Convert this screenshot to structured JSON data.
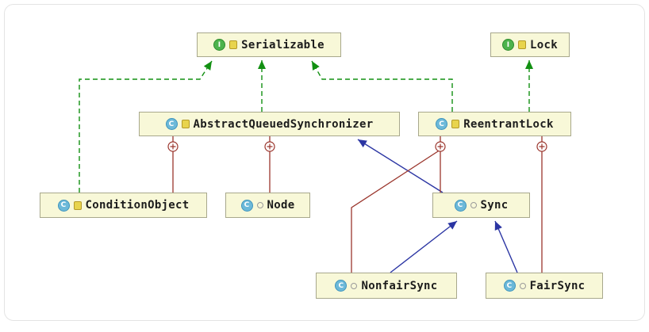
{
  "diagram": {
    "kind": "uml-class-diagram",
    "icons": {
      "class_letter": "C",
      "interface_letter": "I"
    },
    "colors": {
      "box_fill": "#f8f8d8",
      "box_border": "#a8a88c",
      "implements_edge": "#129012",
      "extends_edge": "#2b35a3",
      "inner_class_edge": "#9a352c",
      "class_icon": "#6cb9d9",
      "interface_icon": "#4db34d"
    },
    "nodes": {
      "serializable": {
        "label": "Serializable",
        "type": "interface",
        "visibility": "public"
      },
      "lock": {
        "label": "Lock",
        "type": "interface",
        "visibility": "public"
      },
      "aqs": {
        "label": "AbstractQueuedSynchronizer",
        "type": "class",
        "visibility": "public"
      },
      "reentrantLock": {
        "label": "ReentrantLock",
        "type": "class",
        "visibility": "public"
      },
      "conditionObject": {
        "label": "ConditionObject",
        "type": "class",
        "visibility": "public"
      },
      "node": {
        "label": "Node",
        "type": "class",
        "visibility": "package-private"
      },
      "sync": {
        "label": "Sync",
        "type": "class",
        "visibility": "package-private"
      },
      "nonfairSync": {
        "label": "NonfairSync",
        "type": "class",
        "visibility": "package-private"
      },
      "fairSync": {
        "label": "FairSync",
        "type": "class",
        "visibility": "package-private"
      }
    },
    "edges": [
      {
        "from": "ConditionObject",
        "to": "Serializable",
        "relation": "implements"
      },
      {
        "from": "AbstractQueuedSynchronizer",
        "to": "Serializable",
        "relation": "implements"
      },
      {
        "from": "ReentrantLock",
        "to": "Serializable",
        "relation": "implements"
      },
      {
        "from": "ReentrantLock",
        "to": "Lock",
        "relation": "implements"
      },
      {
        "from": "Sync",
        "to": "AbstractQueuedSynchronizer",
        "relation": "extends"
      },
      {
        "from": "NonfairSync",
        "to": "Sync",
        "relation": "extends"
      },
      {
        "from": "FairSync",
        "to": "Sync",
        "relation": "extends"
      },
      {
        "from": "AbstractQueuedSynchronizer",
        "to": "ConditionObject",
        "relation": "inner-class"
      },
      {
        "from": "AbstractQueuedSynchronizer",
        "to": "Node",
        "relation": "inner-class"
      },
      {
        "from": "ReentrantLock",
        "to": "Sync",
        "relation": "inner-class"
      },
      {
        "from": "ReentrantLock",
        "to": "NonfairSync",
        "relation": "inner-class"
      },
      {
        "from": "ReentrantLock",
        "to": "FairSync",
        "relation": "inner-class"
      }
    ]
  }
}
